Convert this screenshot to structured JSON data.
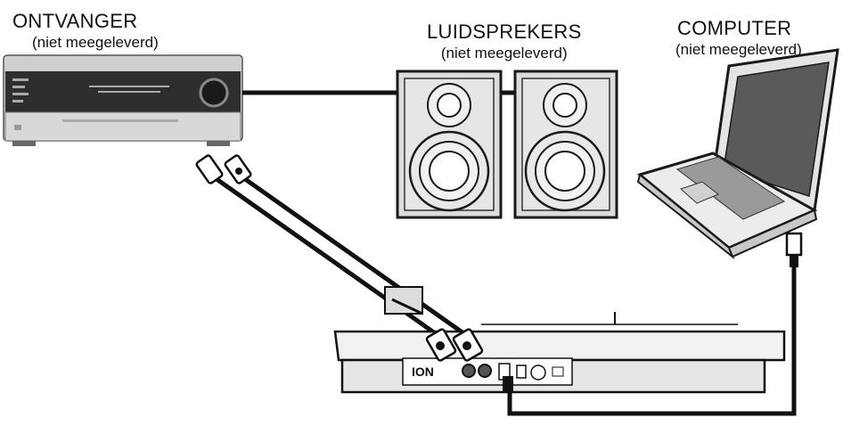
{
  "labels": {
    "receiver": {
      "title": "ONTVANGER",
      "subtitle": "(niet meegeleverd)"
    },
    "speakers": {
      "title": "LUIDSPREKERS",
      "subtitle": "(niet meegeleverd)"
    },
    "computer": {
      "title": "COMPUTER",
      "subtitle": "(niet meegeleverd)"
    }
  },
  "turntable": {
    "brand": "ION"
  },
  "colors": {
    "line": "#111111",
    "device_body": "#d9d9d9",
    "device_dark": "#3a3a3a",
    "outline": "#1a1a1a"
  }
}
